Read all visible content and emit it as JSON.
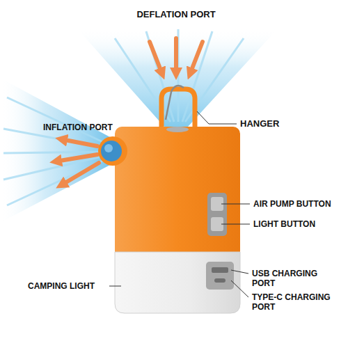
{
  "diagram": {
    "labels": [
      "DEFLATION PORT",
      "INFLATION PORT",
      "HANGER",
      "AIR PUMP BUTTON",
      "LIGHT BUTTON",
      "USB CHARGING PORT",
      "CAMPING LIGHT",
      "TYPE-C CHARGING PORT"
    ]
  }
}
